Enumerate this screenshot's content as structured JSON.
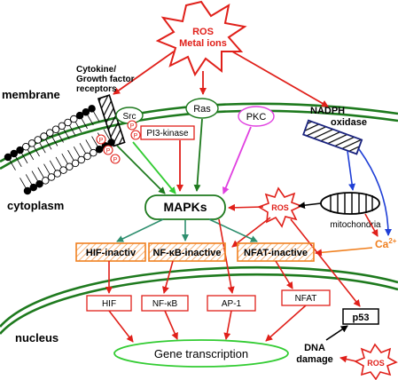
{
  "source": {
    "line1": "ROS",
    "line2": "Metal ions"
  },
  "regions": {
    "membrane": "membrane",
    "cytoplasm": "cytoplasm",
    "nucleus": "nucleus"
  },
  "receptor": {
    "line1": "Cytokine/",
    "line2": "Growth factor",
    "line3": "receptors"
  },
  "src": "Src",
  "phospho": "P",
  "ras": "Ras",
  "pi3k": "PI3-kinase",
  "pkc": "PKC",
  "nadph": {
    "line1": "NADPH",
    "line2": "oxidase"
  },
  "ros_inner": "ROS",
  "ros_dna": "ROS",
  "mapks": "MAPKs",
  "mitochondria": "mitochondria",
  "calcium": {
    "base": "Ca",
    "charge": "2+"
  },
  "inactive": {
    "hif": "HIF-inactiv",
    "nfkb": "NF-κB-inactive",
    "nfat": "NFAT-inactive"
  },
  "nuclear": {
    "hif": "HIF",
    "nfkb": "NF-κB",
    "ap1": "AP-1",
    "nfat": "NFAT",
    "p53": "p53"
  },
  "dna_damage": {
    "line1": "DNA",
    "line2": "damage"
  },
  "gene_transcription": "Gene transcription",
  "colors": {
    "red": "#e0201a",
    "dark_green": "#1e7a1e",
    "light_green": "#33cc33",
    "navy": "#1a237e",
    "blue": "#1f3fd6",
    "magenta": "#e040e0",
    "orange": "#f08020",
    "teal": "#2f8f6f"
  }
}
